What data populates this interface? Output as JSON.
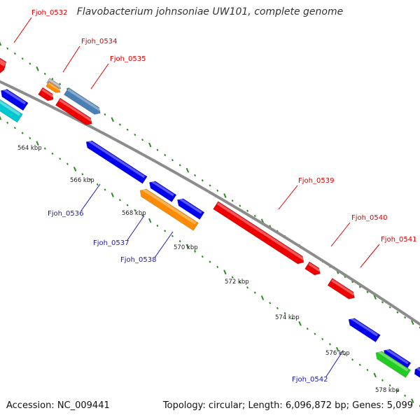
{
  "title": "Flavobacterium johnsoniae UW101, complete genome",
  "accession": "Accession: NC_009441",
  "summary": "Topology: circular; Length: 6,096,872 bp; Genes: 5,099",
  "colors": {
    "backbone": "#8c8c8c",
    "tick": "#2e8b22",
    "label_forward": "#dd0000",
    "label_reverse": "#1a1aaa"
  },
  "scale_labels": [
    "564 kbp",
    "566 kbp",
    "568 kbp",
    "570 kbp",
    "572 kbp",
    "574 kbp",
    "576 kbp",
    "578 kbp"
  ],
  "gene_labels": [
    {
      "name": "Fjoh_0532",
      "strand": "forward"
    },
    {
      "name": "Fjoh_0534",
      "strand": "forward"
    },
    {
      "name": "Fjoh_0535",
      "strand": "forward"
    },
    {
      "name": "Fjoh_0536",
      "strand": "reverse"
    },
    {
      "name": "Fjoh_0537",
      "strand": "reverse"
    },
    {
      "name": "Fjoh_0538",
      "strand": "reverse"
    },
    {
      "name": "Fjoh_0539",
      "strand": "forward"
    },
    {
      "name": "Fjoh_0540",
      "strand": "forward"
    },
    {
      "name": "Fjoh_0541",
      "strand": "forward"
    },
    {
      "name": "Fjoh_0542",
      "strand": "reverse"
    }
  ],
  "features": [
    {
      "color": "#ee0000",
      "strand": "forward"
    },
    {
      "color": "#aaaaaa",
      "strand": "forward"
    },
    {
      "color": "#ff8c00",
      "strand": "forward"
    },
    {
      "color": "#ee0000",
      "strand": "forward"
    },
    {
      "color": "#4a7fb5",
      "strand": "forward"
    },
    {
      "color": "#ee0000",
      "strand": "forward"
    },
    {
      "color": "#0000ee",
      "strand": "reverse"
    },
    {
      "color": "#00c8d0",
      "strand": "reverse"
    },
    {
      "color": "#0000ee",
      "strand": "reverse"
    },
    {
      "color": "#0000ee",
      "strand": "reverse"
    },
    {
      "color": "#0000ee",
      "strand": "reverse"
    },
    {
      "color": "#ff8c00",
      "strand": "reverse"
    },
    {
      "color": "#ee0000",
      "strand": "forward"
    },
    {
      "color": "#ee0000",
      "strand": "forward"
    },
    {
      "color": "#ee0000",
      "strand": "forward"
    },
    {
      "color": "#0000ee",
      "strand": "reverse"
    },
    {
      "color": "#0000ee",
      "strand": "reverse"
    },
    {
      "color": "#22cc22",
      "strand": "reverse"
    },
    {
      "color": "#0000ee",
      "strand": "reverse"
    }
  ]
}
